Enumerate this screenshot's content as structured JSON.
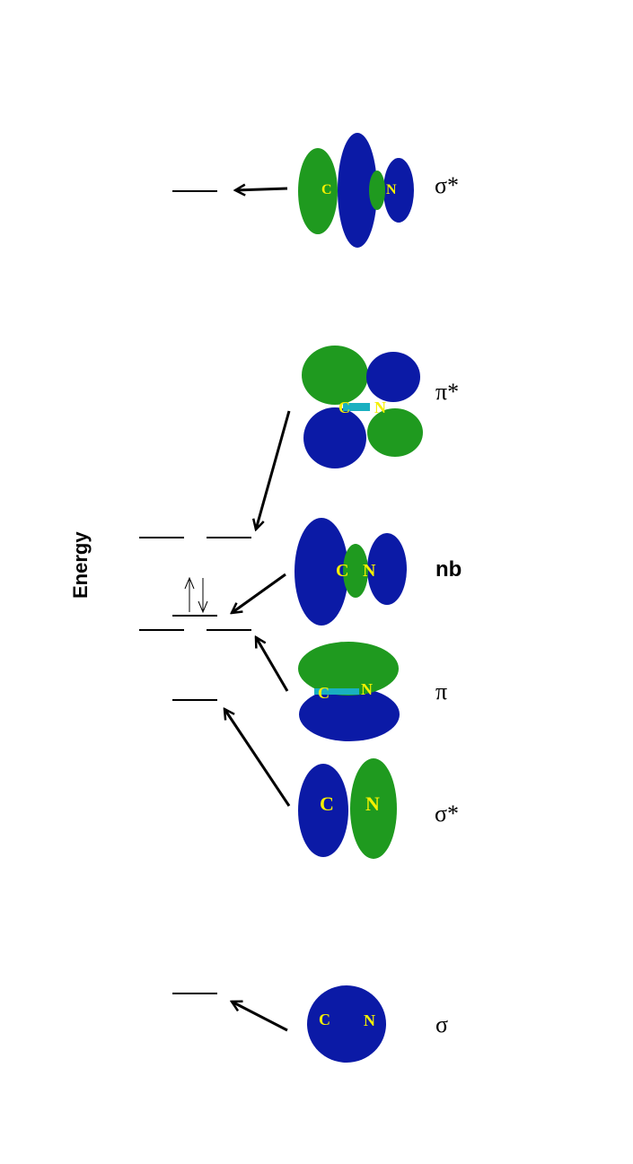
{
  "axis_label": "Energy",
  "atoms": {
    "carbon": "C",
    "nitrogen": "N"
  },
  "colors": {
    "lobe_blue": "#0b1aa6",
    "lobe_green": "#1f9a1f",
    "atom_label": "#f4f000",
    "bond": "#19b0c0",
    "line": "#000000"
  },
  "orbitals": [
    {
      "id": "sigma-star-top",
      "label": "σ*"
    },
    {
      "id": "pi-star",
      "label": "π*"
    },
    {
      "id": "nb",
      "label": "nb"
    },
    {
      "id": "pi",
      "label": "π"
    },
    {
      "id": "sigma-star-low",
      "label": "σ*"
    },
    {
      "id": "sigma",
      "label": "σ"
    }
  ],
  "electrons": {
    "occupancy": 2,
    "level": "nb"
  }
}
